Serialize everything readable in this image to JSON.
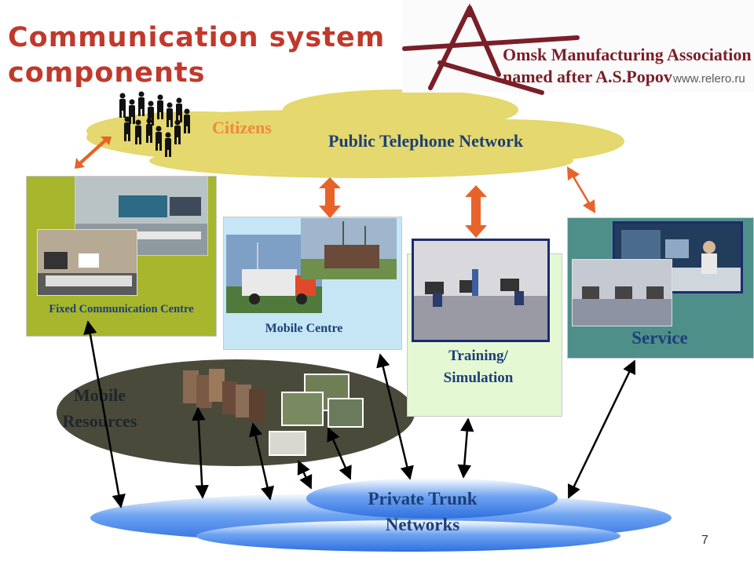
{
  "title": {
    "line1": "Communication system",
    "line2": "components"
  },
  "logo": {
    "line1": "Omsk Manufacturing Association",
    "line2": "named after A.S.Popov",
    "url": "www.relero.ru"
  },
  "clouds": {
    "citizens": "Citizens",
    "public_network": "Public Telephone Network",
    "private_network_line1": "Private Trunk",
    "private_network_line2": "Networks"
  },
  "panels": {
    "fixed": "Fixed Communication Centre",
    "mobile": "Mobile Centre",
    "training_line1": "Training/",
    "training_line2": "Simulation",
    "service": "Service"
  },
  "mobile_resources": {
    "line1": "Mobile",
    "line2": "Resources"
  },
  "page_number": "7",
  "colors": {
    "title": "#c0392b",
    "label": "#1d3f77",
    "arrow": "#e8632a",
    "public_cloud": "#e4d86e",
    "private_cloud": "#3f7fe8",
    "resources_ellipse": "#4a4a3a"
  }
}
